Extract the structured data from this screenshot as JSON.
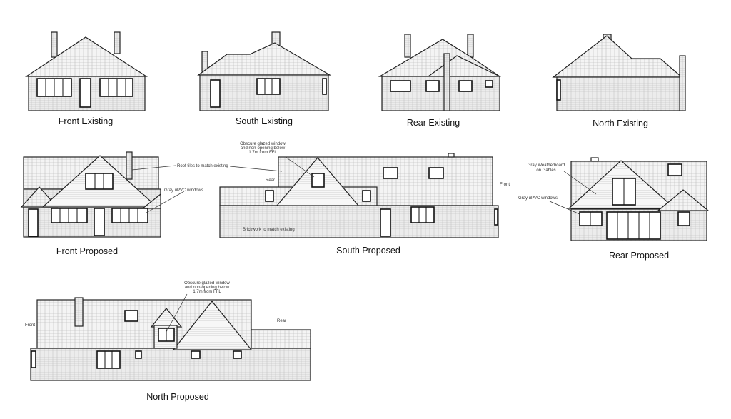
{
  "elevations": {
    "front_existing": "Front Existing",
    "south_existing": "South Existing",
    "rear_existing": "Rear Existing",
    "north_existing": "North Existing",
    "front_proposed": "Front Proposed",
    "south_proposed": "South Proposed",
    "rear_proposed": "Rear Proposed",
    "north_proposed": "North Proposed"
  },
  "notes": {
    "obscure_line1": "Obscure glazed window",
    "obscure_line2": "and non-opening below",
    "obscure_line3": "1.7m from FFL",
    "roof_tiles": "Roof tiles to match existing",
    "gray_upvc": "Gray uPVC windows",
    "brickwork": "Brickwork to match existing",
    "weatherboard_line1": "Gray Weatherboard",
    "weatherboard_line2": "on Gables",
    "rear": "Rear",
    "front": "Front"
  },
  "colors": {
    "line": "#222222",
    "tile": "#bbbbbb",
    "brick": "#c4c4c4"
  }
}
